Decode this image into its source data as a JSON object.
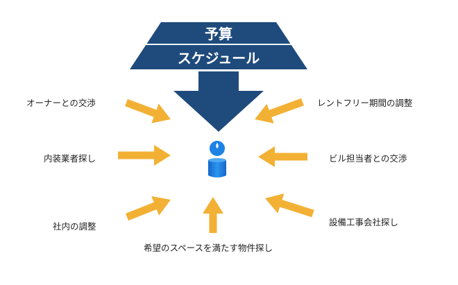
{
  "header": {
    "line1": "予算",
    "line2": "スケジュール"
  },
  "labels": {
    "owner_negotiation": "オーナーとの交渉",
    "interior_contractor": "内装業者探し",
    "internal_coordination": "社内の調整",
    "property_search": "希望のスペースを満たす物件探し",
    "rent_free_adjustment": "レントフリー期間の調整",
    "building_manager_negotiation": "ビル担当者との交渉",
    "equipment_contractor": "設備工事会社探し"
  },
  "colors": {
    "navy": "#1f4a7c",
    "arrow": "#f2b134",
    "person": "#1c83e4",
    "text": "#222222"
  }
}
